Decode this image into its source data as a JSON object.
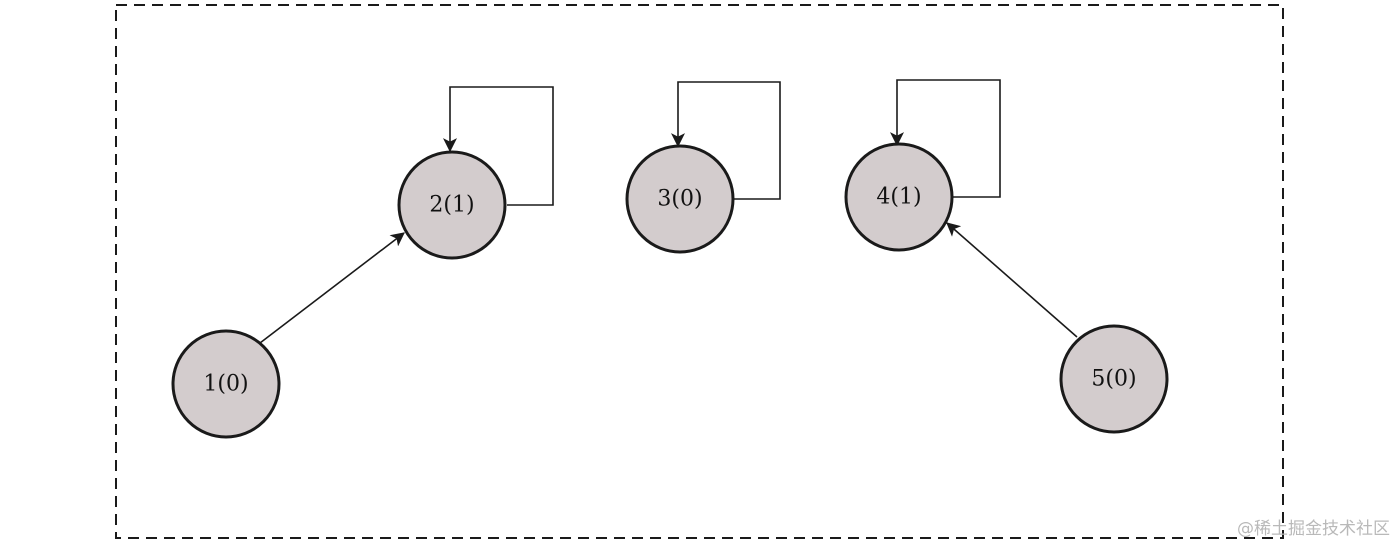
{
  "diagram": {
    "nodes": [
      {
        "id": "1",
        "label": "1(0)"
      },
      {
        "id": "2",
        "label": "2(1)"
      },
      {
        "id": "3",
        "label": "3(0)"
      },
      {
        "id": "4",
        "label": "4(1)"
      },
      {
        "id": "5",
        "label": "5(0)"
      }
    ],
    "edges": [
      {
        "from": "1",
        "to": "2"
      },
      {
        "from": "5",
        "to": "4"
      },
      {
        "from": "2",
        "to": "2"
      },
      {
        "from": "3",
        "to": "3"
      },
      {
        "from": "4",
        "to": "4"
      }
    ],
    "colors": {
      "node_fill": "#d3cccd",
      "stroke": "#1a1a1a"
    }
  },
  "watermark": "@稀土掘金技术社区"
}
